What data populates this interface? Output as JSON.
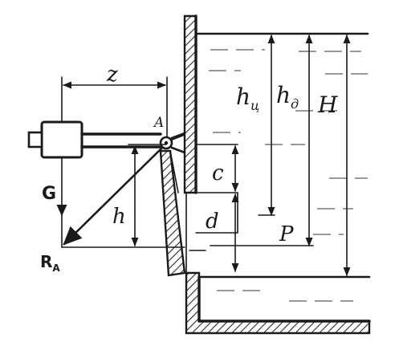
{
  "labels": {
    "z": "z",
    "A": "A",
    "G": "G",
    "h": "h",
    "R_A_main": "R",
    "R_A_sub": "A",
    "h_c_main": "h",
    "h_c_sub": "ц",
    "h_d_main": "h",
    "h_d_sub": "д",
    "H": "H",
    "c": "c",
    "d": "d",
    "P": "P"
  },
  "colors": {
    "ink": "#1a1a1a",
    "hatch": "#2a2a2a",
    "paper": "#ffffff"
  }
}
